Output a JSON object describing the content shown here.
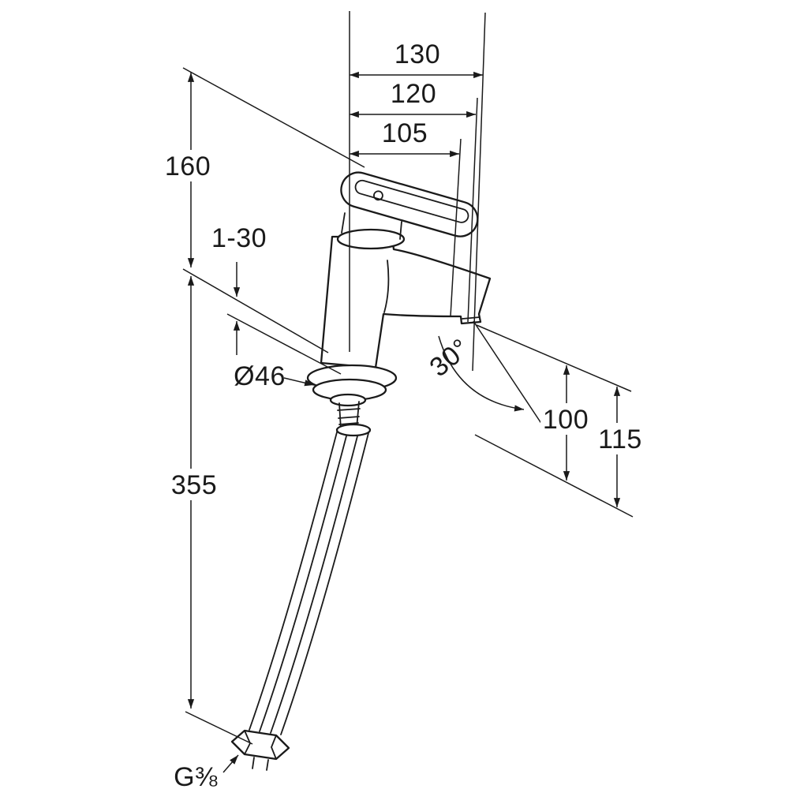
{
  "meta": {
    "type": "technical dimension drawing",
    "subject": "single-lever basin mixer faucet with flexible supply hoses"
  },
  "colors": {
    "ink": "#1a1a1a",
    "background": "#ffffff"
  },
  "labels": {
    "d130": "130",
    "d120": "120",
    "d105": "105",
    "d160": "160",
    "d1_30": "1-30",
    "dia46": "Ø46",
    "d355": "355",
    "a30": "30°",
    "d100": "100",
    "d115": "115",
    "thread": "G⅜"
  }
}
